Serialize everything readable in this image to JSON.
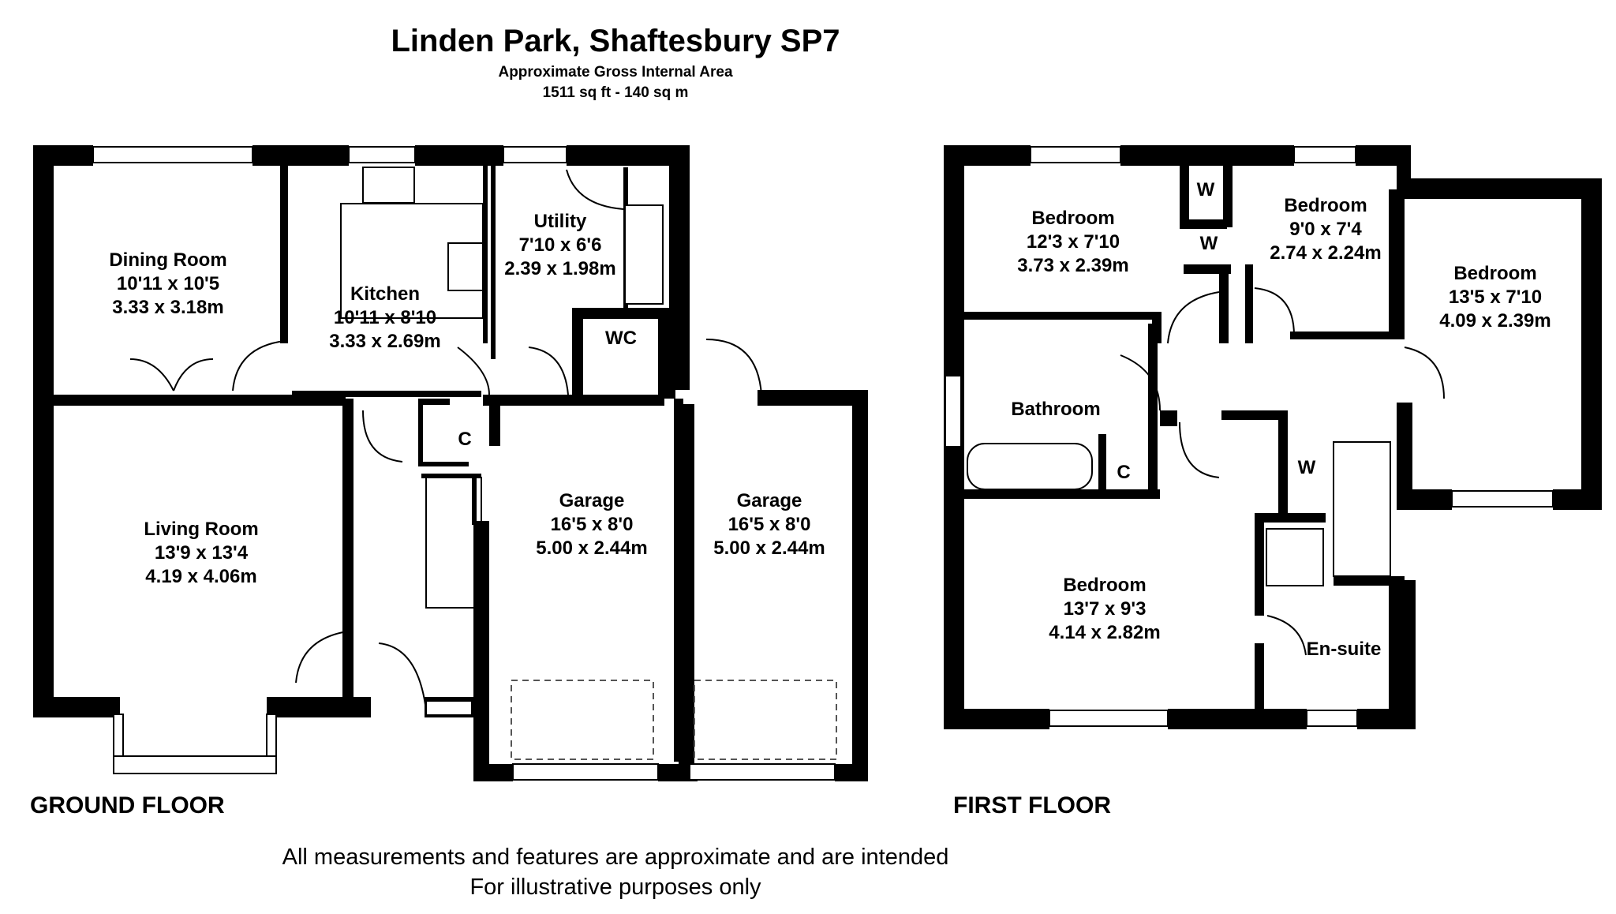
{
  "header": {
    "title": "Linden Park, Shaftesbury SP7",
    "subtitle": "Approximate Gross Internal Area",
    "area": "1511 sq ft - 140 sq m"
  },
  "ground_floor": {
    "label": "GROUND FLOOR",
    "rooms": {
      "dining": {
        "name": "Dining Room",
        "imperial": "10'11 x 10'5",
        "metric": "3.33 x 3.18m"
      },
      "kitchen": {
        "name": "Kitchen",
        "imperial": "10'11 x 8'10",
        "metric": "3.33 x 2.69m"
      },
      "utility": {
        "name": "Utility",
        "imperial": "7'10 x 6'6",
        "metric": "2.39 x 1.98m"
      },
      "wc": {
        "name": "WC"
      },
      "cupboard": {
        "name": "C"
      },
      "living": {
        "name": "Living Room",
        "imperial": "13'9 x 13'4",
        "metric": "4.19 x 4.06m"
      },
      "garage1": {
        "name": "Garage",
        "imperial": "16'5 x 8'0",
        "metric": "5.00 x 2.44m"
      },
      "garage2": {
        "name": "Garage",
        "imperial": "16'5 x 8'0",
        "metric": "5.00 x 2.44m"
      }
    }
  },
  "first_floor": {
    "label": "FIRST FLOOR",
    "rooms": {
      "bed1": {
        "name": "Bedroom",
        "imperial": "12'3 x 7'10",
        "metric": "3.73 x 2.39m"
      },
      "bed2": {
        "name": "Bedroom",
        "imperial": "9'0 x 7'4",
        "metric": "2.74 x 2.24m"
      },
      "bed3": {
        "name": "Bedroom",
        "imperial": "13'5 x 7'10",
        "metric": "4.09 x 2.39m"
      },
      "bathroom": {
        "name": "Bathroom"
      },
      "cupboard": {
        "name": "C"
      },
      "wardrobe1": {
        "name": "W"
      },
      "wardrobe2": {
        "name": "W"
      },
      "wardrobe3": {
        "name": "W"
      },
      "master": {
        "name": "Bedroom",
        "imperial": "13'7 x 9'3",
        "metric": "4.14 x 2.82m"
      },
      "ensuite": {
        "name": "En-suite"
      }
    }
  },
  "footer": {
    "line1": "All measurements and features are approximate and are intended",
    "line2": "For illustrative purposes only"
  }
}
